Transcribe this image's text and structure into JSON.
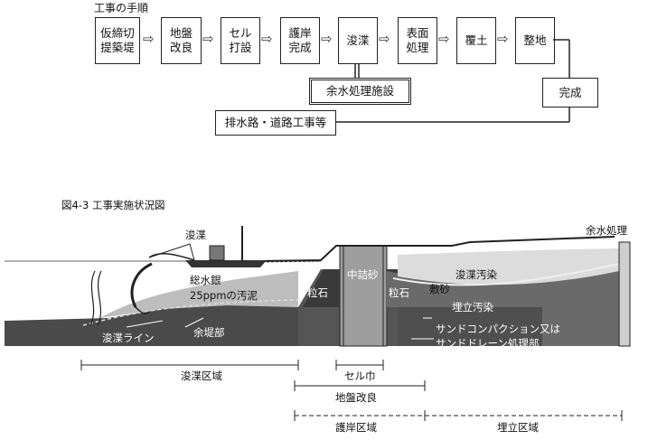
{
  "flow": {
    "title": "工事の手順",
    "steps": [
      "仮締切\n提築堤",
      "地盤\n改良",
      "セル\n打設",
      "護岸\n完成",
      "浚渫",
      "表面\n処理",
      "覆土",
      "整地"
    ],
    "side_facility": "余水処理施設",
    "drainage": "排水路・道路工事等",
    "complete": "完成",
    "arrow_glyph": "⇨"
  },
  "figure": {
    "caption": "図4-3  工事実施状況図",
    "labels": {
      "dredge": "浚渫",
      "total_mercury": "総水銀",
      "sludge": "25ppmの汚泥",
      "rubble_left": "粒石",
      "middle_sand": "中詰砂",
      "rubble_right": "粒石",
      "spread_sand": "敷砂",
      "dredged_contam": "浚渫汚染",
      "reclaim_contam": "埋立汚染",
      "sand_compaction": "サンドコンパクション又は",
      "sand_drain": "サンドドレーン処理部",
      "dredge_line": "浚渫ライン",
      "surplus_levee": "余堤部",
      "surplus_water": "余水処理"
    },
    "zones": {
      "dredge_area": "浚渫区域",
      "cell_width": "セル巾",
      "ground_improve": "地盤改良",
      "revetment_area": "護岸区域",
      "reclaim_area": "埋立区域"
    }
  }
}
